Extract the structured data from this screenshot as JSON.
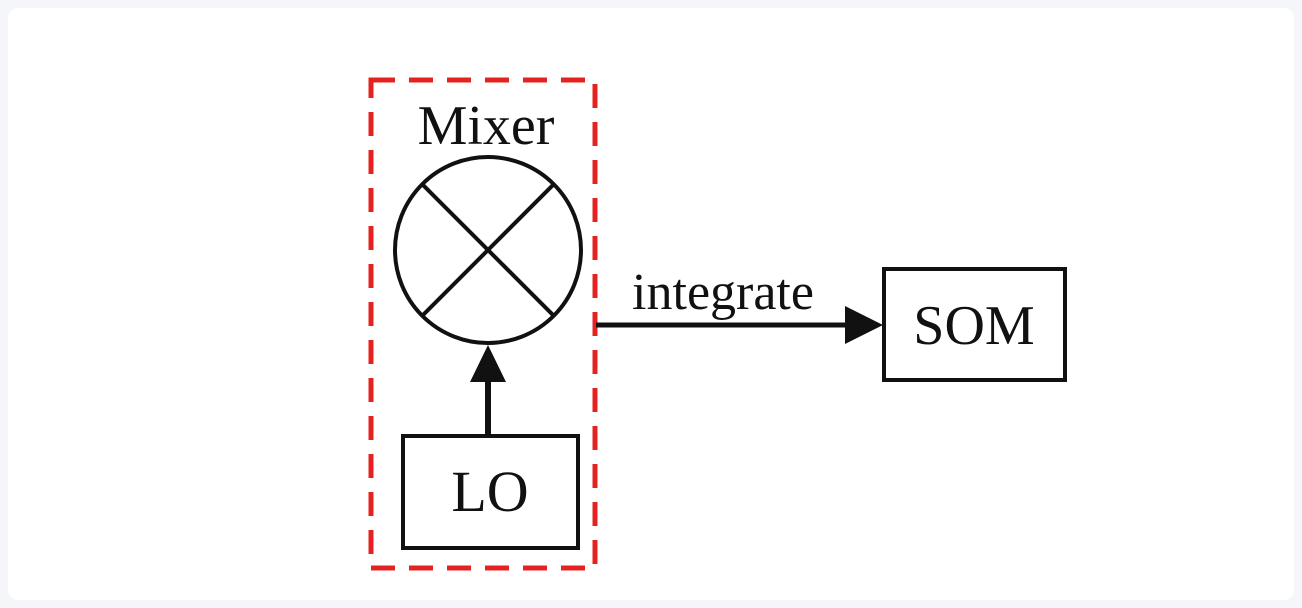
{
  "diagram": {
    "mixer_group": {
      "label": "Mixer"
    },
    "nodes": {
      "lo_label": "LO",
      "som_label": "SOM"
    },
    "edges": {
      "integrate_label": "integrate"
    },
    "colors": {
      "dashed_box": "#e42320",
      "stroke": "#111111",
      "node_fill": "#ffffff",
      "background": "#ffffff"
    }
  }
}
